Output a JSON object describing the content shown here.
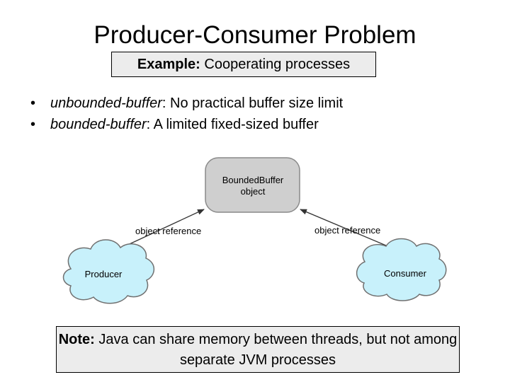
{
  "slide": {
    "title": "Producer-Consumer Problem",
    "example_label": "Example:",
    "example_text": "Cooperating processes",
    "bullets": [
      {
        "term": "unbounded-buffer",
        "text": ": No practical buffer size limit"
      },
      {
        "term": "bounded-buffer",
        "text": ": A limited fixed-sized buffer"
      }
    ],
    "bullet_glyph": "•",
    "note_label": "Note:",
    "note_text": "Java can share memory between threads, but not among separate JVM processes"
  },
  "diagram": {
    "buffer_line1": "BoundedBuffer",
    "buffer_line2": "object",
    "left_ref_label": "object reference",
    "right_ref_label": "object reference",
    "producer_label": "Producer",
    "consumer_label": "Consumer",
    "colors": {
      "buffer_fill": "#cfcfcf",
      "cloud_fill": "#c8f1fb",
      "stroke": "#707070"
    }
  }
}
